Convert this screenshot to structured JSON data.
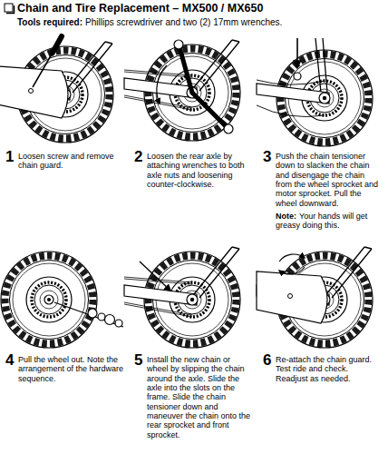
{
  "diagram": {
    "title": "Chain and Tire Replacement – MX500 / MX650",
    "labels": [
      "Tools required:",
      "Phillips screwdriver and two (2) 17mm wrenches.",
      "1",
      "Loosen screw and remove chain guard.",
      "2",
      "Loosen the rear axle by attaching wrenches to both axle nuts and loosening counter-clockwise.",
      "3",
      "Push the chain tensioner down to slacken the chain and disengage the chain from the wheel sprocket and motor sprocket. Pull the wheel downward.",
      "Note:",
      "Your hands will get greasy doing this.",
      "4",
      "Pull the wheel out. Note the arrangement of the hardware sequence.",
      "5",
      "Install the new chain or wheel by slipping the chain around the axle. Slide the axle into the slots on the frame. Slide the chain tensioner down and maneuver the chain onto the rear sprocket and front sprocket.",
      "6",
      "Re-attach the chain guard. Test ride and check. Readjust as needed."
    ]
  }
}
